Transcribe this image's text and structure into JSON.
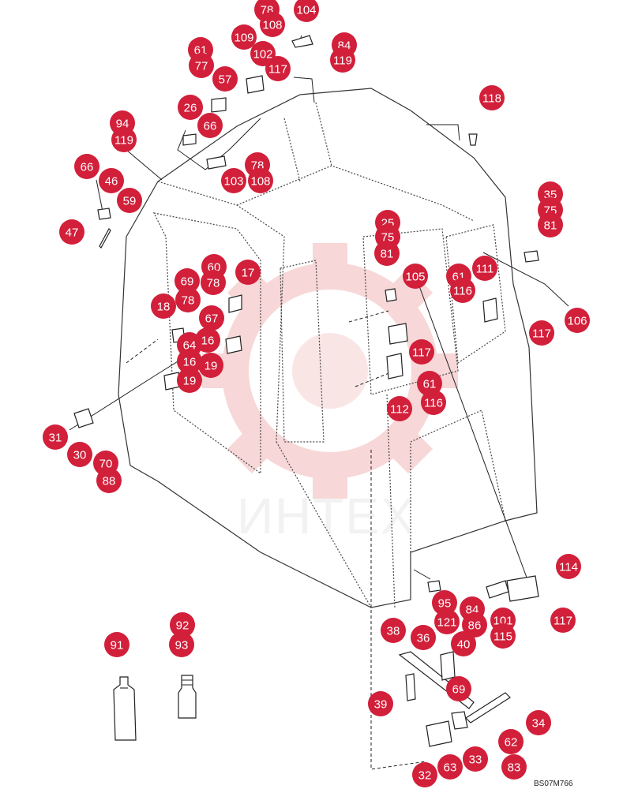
{
  "drawing": {
    "code": "BS07M766",
    "watermark": "ИНТЕХ",
    "badge_color": "#d21f3a",
    "badge_text_color": "#ffffff",
    "callouts": [
      {
        "id": "c1",
        "label": "78"
      },
      {
        "id": "c2",
        "label": "104"
      },
      {
        "id": "c3",
        "label": "108"
      },
      {
        "id": "c4",
        "label": "61"
      },
      {
        "id": "c5",
        "label": "109"
      },
      {
        "id": "c6",
        "label": "84"
      },
      {
        "id": "c7",
        "label": "77"
      },
      {
        "id": "c8",
        "label": "102"
      },
      {
        "id": "c9",
        "label": "119"
      },
      {
        "id": "c10",
        "label": "117"
      },
      {
        "id": "c11",
        "label": "57"
      },
      {
        "id": "c12",
        "label": "118"
      },
      {
        "id": "c13",
        "label": "26"
      },
      {
        "id": "c14",
        "label": "66"
      },
      {
        "id": "c15",
        "label": "94"
      },
      {
        "id": "c16",
        "label": "119"
      },
      {
        "id": "c17",
        "label": "78"
      },
      {
        "id": "c18",
        "label": "103"
      },
      {
        "id": "c19",
        "label": "108"
      },
      {
        "id": "c20",
        "label": "66"
      },
      {
        "id": "c21",
        "label": "46"
      },
      {
        "id": "c22",
        "label": "59"
      },
      {
        "id": "c23",
        "label": "47"
      },
      {
        "id": "c24",
        "label": "35"
      },
      {
        "id": "c25",
        "label": "75"
      },
      {
        "id": "c26",
        "label": "81"
      },
      {
        "id": "c27",
        "label": "25"
      },
      {
        "id": "c28",
        "label": "75"
      },
      {
        "id": "c29",
        "label": "81"
      },
      {
        "id": "c30",
        "label": "60"
      },
      {
        "id": "c31",
        "label": "17"
      },
      {
        "id": "c32",
        "label": "69"
      },
      {
        "id": "c33",
        "label": "78"
      },
      {
        "id": "c34",
        "label": "105"
      },
      {
        "id": "c35",
        "label": "61"
      },
      {
        "id": "c36",
        "label": "111"
      },
      {
        "id": "c37",
        "label": "116"
      },
      {
        "id": "c38",
        "label": "18"
      },
      {
        "id": "c39",
        "label": "78"
      },
      {
        "id": "c40",
        "label": "106"
      },
      {
        "id": "c41",
        "label": "67"
      },
      {
        "id": "c42",
        "label": "117"
      },
      {
        "id": "c43",
        "label": "64"
      },
      {
        "id": "c44",
        "label": "16"
      },
      {
        "id": "c45",
        "label": "117"
      },
      {
        "id": "c46",
        "label": "16"
      },
      {
        "id": "c47",
        "label": "19"
      },
      {
        "id": "c48",
        "label": "61"
      },
      {
        "id": "c49",
        "label": "19"
      },
      {
        "id": "c50",
        "label": "112"
      },
      {
        "id": "c51",
        "label": "116"
      },
      {
        "id": "c52",
        "label": "31"
      },
      {
        "id": "c53",
        "label": "30"
      },
      {
        "id": "c54",
        "label": "70"
      },
      {
        "id": "c55",
        "label": "88"
      },
      {
        "id": "c56",
        "label": "114"
      },
      {
        "id": "c57",
        "label": "95"
      },
      {
        "id": "c58",
        "label": "84"
      },
      {
        "id": "c59",
        "label": "121"
      },
      {
        "id": "c60",
        "label": "86"
      },
      {
        "id": "c61",
        "label": "101"
      },
      {
        "id": "c62",
        "label": "115"
      },
      {
        "id": "c63",
        "label": "117"
      },
      {
        "id": "c64",
        "label": "92"
      },
      {
        "id": "c65",
        "label": "93"
      },
      {
        "id": "c66",
        "label": "91"
      },
      {
        "id": "c67",
        "label": "38"
      },
      {
        "id": "c68",
        "label": "36"
      },
      {
        "id": "c69",
        "label": "40"
      },
      {
        "id": "c70",
        "label": "69"
      },
      {
        "id": "c71",
        "label": "39"
      },
      {
        "id": "c72",
        "label": "34"
      },
      {
        "id": "c73",
        "label": "62"
      },
      {
        "id": "c74",
        "label": "32"
      },
      {
        "id": "c75",
        "label": "63"
      },
      {
        "id": "c76",
        "label": "33"
      },
      {
        "id": "c77",
        "label": "83"
      }
    ]
  }
}
